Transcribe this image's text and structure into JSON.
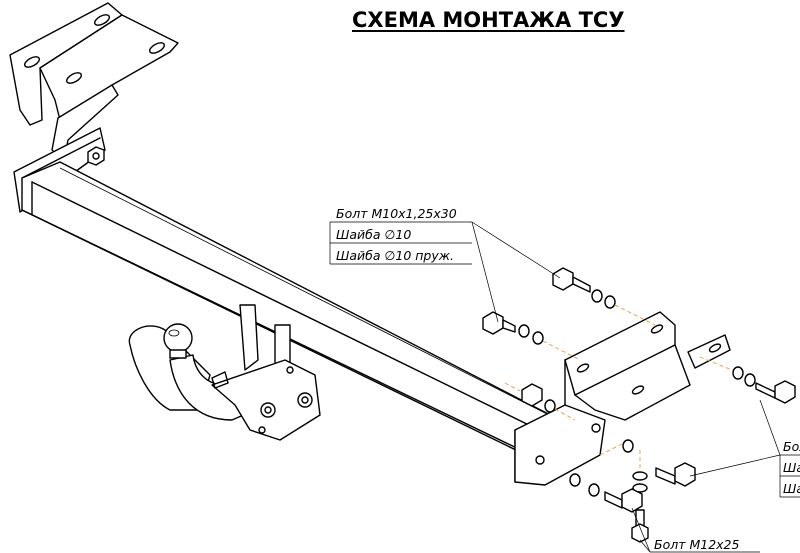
{
  "title": "СХЕМА МОНТАЖА ТСУ",
  "callout_top": {
    "lines": [
      "Болт М10х1,25х30",
      "Шайба ∅10",
      "Шайба ∅10 пруж."
    ]
  },
  "callout_right": {
    "lines": [
      "Бол",
      "Ша",
      "Ша"
    ]
  },
  "callout_bottom": {
    "text": "Болт М12х25"
  }
}
